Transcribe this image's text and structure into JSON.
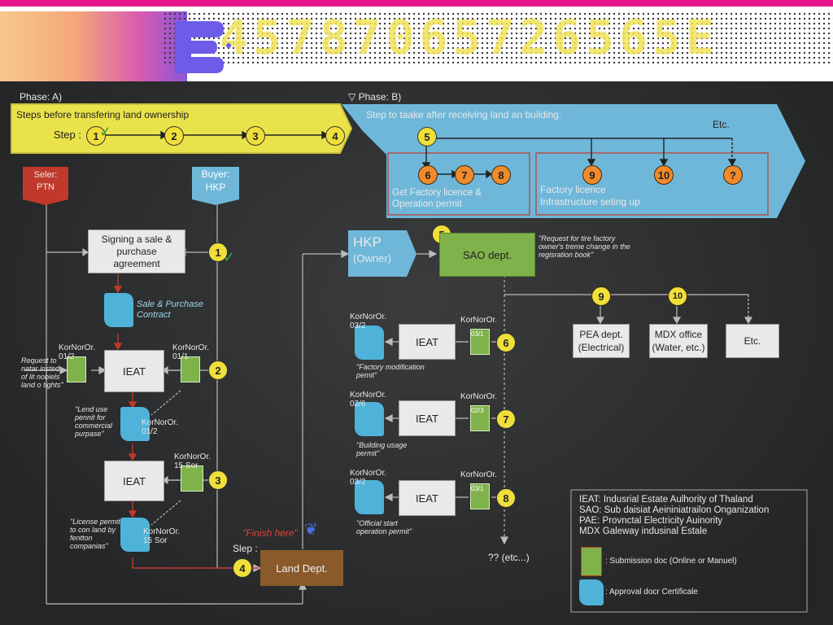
{
  "banner": {
    "digits": "45787065726565E"
  },
  "phase_a": {
    "title": "Phase: A)",
    "subtitle": "Steps before transfering land ownership",
    "step_label": "Step :",
    "steps": [
      "1",
      "2",
      "3",
      "4"
    ]
  },
  "phase_b": {
    "title": "Phase: B)",
    "subtitle": "Step to taake after receiving land an building.",
    "etc": "Etc.",
    "steps": [
      "5",
      "6",
      "7",
      "8",
      "9",
      "10",
      "?"
    ],
    "group1": "Get Factory licence & Operation permit",
    "group2": "Factory licence Infrastructure seting up"
  },
  "seller": {
    "line1": "Seler:",
    "line2": "PTN"
  },
  "buyer": {
    "line1": "Buyer:",
    "line2": "HKP"
  },
  "left_flow": {
    "signing": "Signing a sale & purchase agreement",
    "contract": "Sale & Purchase Contract",
    "ieat": "IEAT",
    "korno_0102": "KorNorOr. 01/2",
    "korno_0111": "KorNorOr. 01/1",
    "korno_0112": "KorNorOr. 01/2",
    "korno_15sor_a": "KorNorOr. 15 Sor",
    "korno_15sor_b": "KorNorOr. 15 Sor",
    "note_request": "Request to natar insted of lit nobiels land o tights\"",
    "note_land_use": "\"Lend use pennit for commercial purpase\"",
    "note_license": "\"License permit to con land by fentton companias\"",
    "finish": "\"Finish here\"",
    "step_label": "Slep :",
    "land_dept": "Land Dept."
  },
  "right_flow": {
    "hkp": "HKP",
    "owner": "(Owner)",
    "sao": "SAO dept.",
    "sao_note": "\"Request for tire factory owner's treme change in the regisration book\"",
    "rows": [
      {
        "step": "6",
        "submit": "03/1",
        "cert": "KorNorOr. 03/2",
        "ieat": "IEAT",
        "note": "\"Factory modification pemit\""
      },
      {
        "step": "7",
        "submit": "02/3",
        "cert": "KorNorOr. 02/6",
        "ieat": "IEAT",
        "note": "\"Building usage permit\""
      },
      {
        "step": "8",
        "submit": "03/1",
        "cert": "KorNorOr. 03/2",
        "ieat": "IEAT",
        "note": "\"Official start operation permit\""
      }
    ],
    "korno_label": "KorNorOr.",
    "pea": "PEA dept. (Electrical)",
    "mdx": "MDX office (Water, etc.)",
    "etc": "Etc.",
    "etc_bottom": "?? (etc...)",
    "step9": "9",
    "step10": "10"
  },
  "legend": {
    "ieat": "IEAT: Indusrial Estate Aulhority of Thaland",
    "sao": "SAO: Sub daisiat Aeininiatrailon Onganization",
    "pae": "PAE: Provnctal Electricity Auinority",
    "mdx": "MDX Galeway indusinal Estale",
    "submission": ": Submission doc (Online or Manuel)",
    "approval": ": Approval docr Certificale"
  },
  "colors": {
    "yellow": "#e9e24a",
    "blue": "#6fb7d9",
    "green": "#7fb24a",
    "orange": "#f08a2a",
    "red": "#c0392b",
    "brown": "#8a5a2b"
  }
}
